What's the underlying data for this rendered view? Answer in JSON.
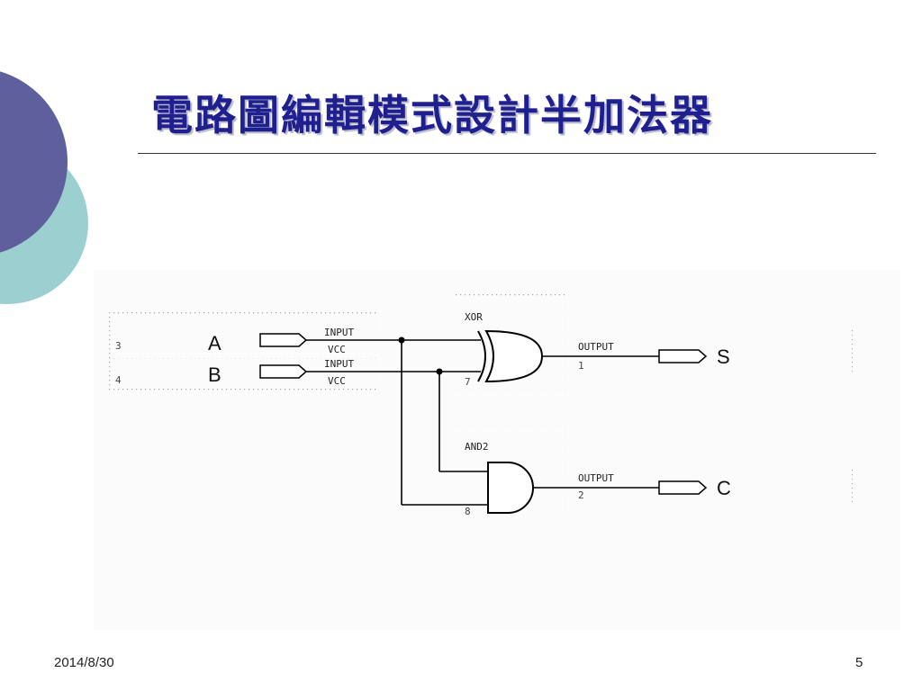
{
  "slide": {
    "title": "電路圖編輯模式設計半加法器",
    "date": "2014/8/30",
    "page_number": "5"
  },
  "colors": {
    "title": "#1f1f8f",
    "circle_dark": "#5f5f9d",
    "circle_teal": "#9ccfd0",
    "dot_grid": "#7a7a7a",
    "wire": "#000000"
  },
  "schematic": {
    "inputs": [
      {
        "pin": "3",
        "name": "A",
        "type": "INPUT",
        "source": "VCC"
      },
      {
        "pin": "4",
        "name": "B",
        "type": "INPUT",
        "source": "VCC"
      }
    ],
    "gates": [
      {
        "label": "XOR",
        "pin": "7"
      },
      {
        "label": "AND2",
        "pin": "8"
      }
    ],
    "outputs": [
      {
        "pin": "1",
        "name": "S",
        "type": "OUTPUT"
      },
      {
        "pin": "2",
        "name": "C",
        "type": "OUTPUT"
      }
    ]
  }
}
